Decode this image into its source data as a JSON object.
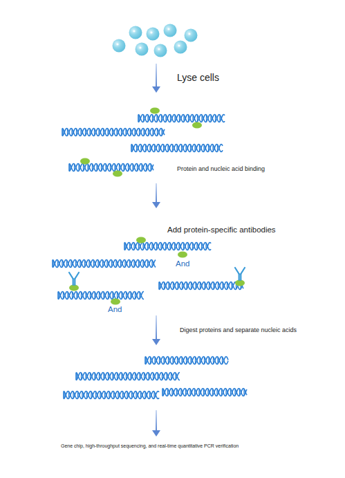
{
  "diagram": {
    "labels": [
      "Lyse cells",
      "Protein and nucleic acid binding",
      "Add protein-specific antibodies",
      "And",
      "And",
      "Digest proteins and separate nucleic acids",
      "Gene chip, high-throughput sequencing, and real-time quantitative PCR verification"
    ]
  }
}
